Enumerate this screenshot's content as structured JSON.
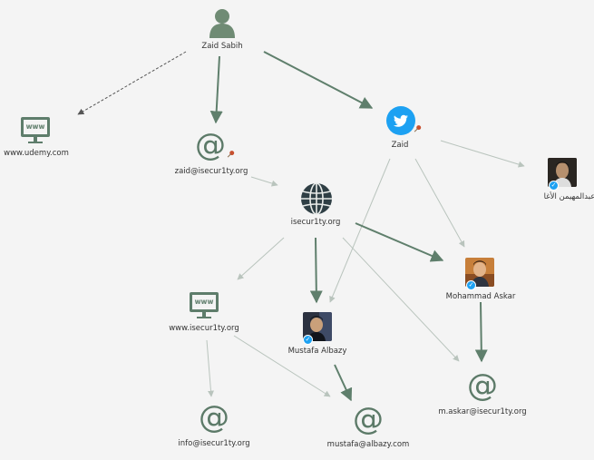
{
  "nodes": {
    "person": {
      "label": "Zaid Sabih",
      "icon": "person-icon"
    },
    "udemy": {
      "label": "www.udemy.com",
      "icon": "website-icon",
      "badge_text": "www"
    },
    "email_zaid": {
      "label": "zaid@isecur1ty.org",
      "icon": "email-icon",
      "glyph": "@"
    },
    "twitter_zaid": {
      "label": "Zaid",
      "icon": "twitter-icon"
    },
    "arabic_user": {
      "label": "عبدالمهيمن الأغا",
      "icon": "twitter-avatar-icon"
    },
    "domain": {
      "label": "isecur1ty.org",
      "icon": "globe-icon"
    },
    "mohammad": {
      "label": "Mohammad Askar",
      "icon": "twitter-avatar-icon"
    },
    "site_isecurity": {
      "label": "www.isecur1ty.org",
      "icon": "website-icon",
      "badge_text": "www"
    },
    "mustafa": {
      "label": "Mustafa Albazy",
      "icon": "twitter-avatar-icon"
    },
    "email_askar": {
      "label": "m.askar@isecur1ty.org",
      "icon": "email-icon",
      "glyph": "@"
    },
    "email_info": {
      "label": "info@isecur1ty.org",
      "icon": "email-icon",
      "glyph": "@"
    },
    "email_mustafa": {
      "label": "mustafa@albazy.com",
      "icon": "email-icon",
      "glyph": "@"
    }
  },
  "colors": {
    "strong_edge": "#5f7f6c",
    "light_edge": "#b9c4bd",
    "icon": "#5c7a68",
    "twitter_blue": "#1da1f2",
    "pin": "#c8502f"
  }
}
